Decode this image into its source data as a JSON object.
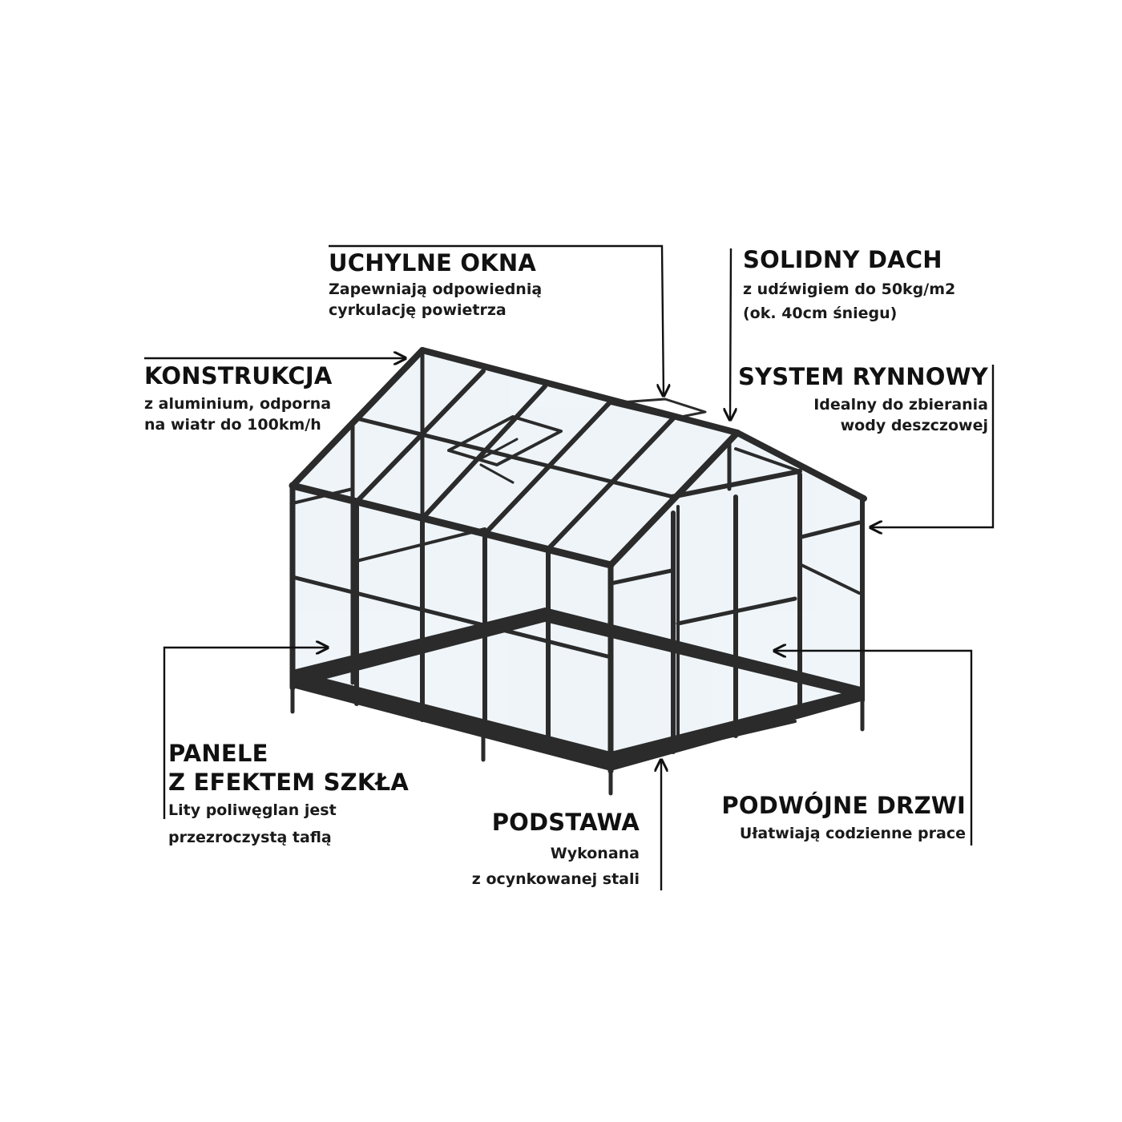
{
  "callouts": {
    "uchylne_okna": {
      "title": "UCHYLNE OKNA",
      "line1": "Zapewniają odpowiednią",
      "line2": "cyrkulację powietrza"
    },
    "solidny_dach": {
      "title": "SOLIDNY DACH",
      "line1": "z udźwigiem do 50kg/m2",
      "line2": "(ok. 40cm śniegu)"
    },
    "konstrukcja": {
      "title": "KONSTRUKCJA",
      "line1": "z aluminium, odporna",
      "line2": "na wiatr do 100km/h"
    },
    "system_rynnowy": {
      "title": "SYSTEM RYNNOWY",
      "line1": "Idealny do zbierania",
      "line2": "wody deszczowej"
    },
    "panele": {
      "title1": "PANELE",
      "title2": "Z EFEKTEM SZKŁA",
      "line1": "Lity poliwęglan jest",
      "line2": "przezroczystą taflą"
    },
    "podstawa": {
      "title": "PODSTAWA",
      "line1": "Wykonana",
      "line2": "z ocynkowanej stali"
    },
    "podwojne_drzwi": {
      "title": "PODWÓJNE DRZWI",
      "line1": "Ułatwiają codzienne prace"
    }
  },
  "colors": {
    "frame": "#2b2b2b",
    "glass": "#eef4f8",
    "ink": "#111111",
    "background": "#ffffff"
  }
}
